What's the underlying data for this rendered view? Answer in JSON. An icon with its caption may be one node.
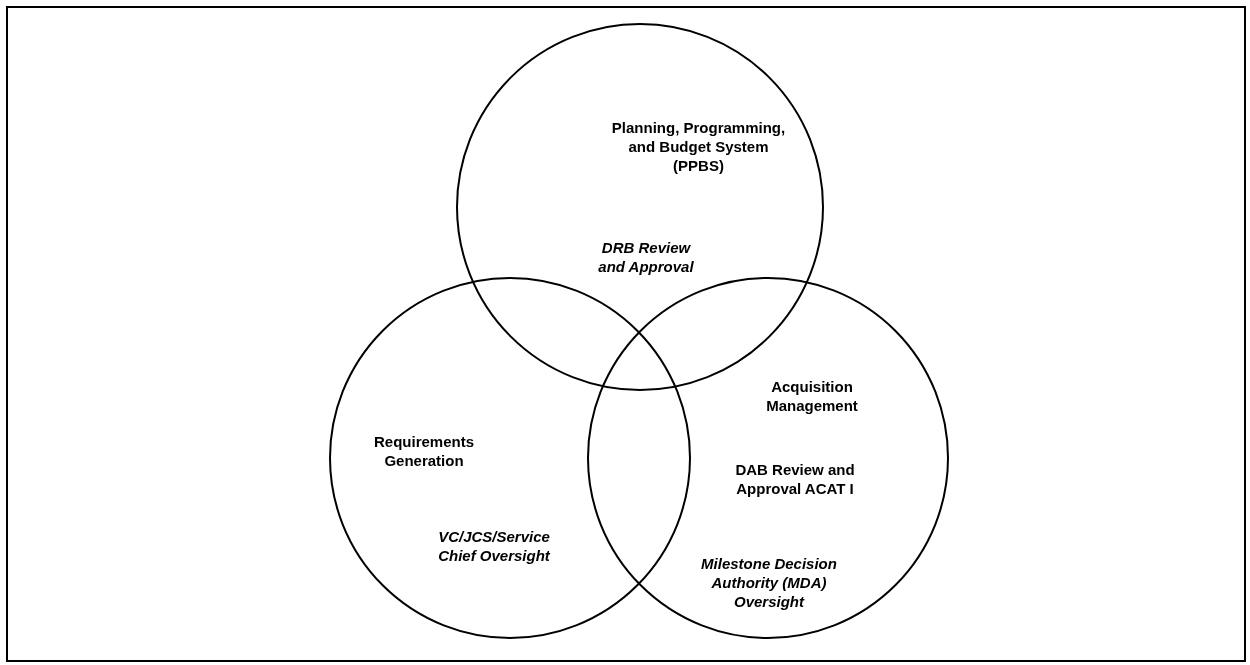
{
  "diagram": {
    "nodes": [
      {
        "text": [
          "Planning, Programming, and Budget System (PPBS)",
          "DRB Review and Approval"
        ]
      },
      {
        "text": [
          "Requirements Generation",
          "VC/JCS/Service Chief Oversight"
        ]
      },
      {
        "text": [
          "Acquisition Management",
          "DAB Review and Approval ACAT I",
          "Milestone Decision Authority (MDA) Oversight"
        ]
      }
    ]
  }
}
